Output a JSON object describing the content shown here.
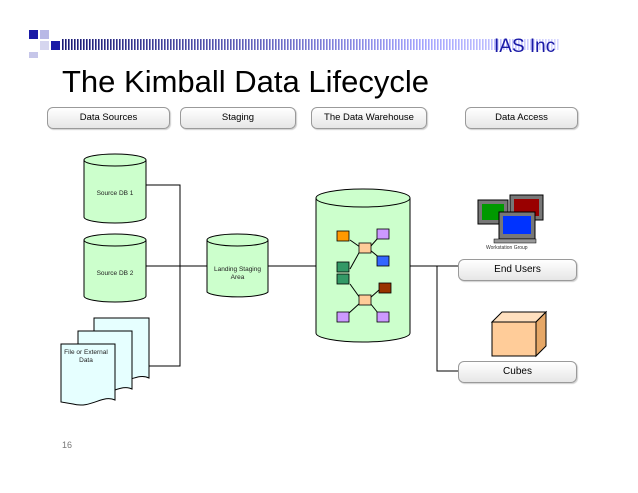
{
  "header": {
    "brand": "IAS Inc",
    "title": "The Kimball Data Lifecycle"
  },
  "stages": [
    "Data Sources",
    "Staging",
    "The Data Warehouse",
    "Data Access"
  ],
  "sources": {
    "db1": "Source DB 1",
    "db2": "Source DB 2",
    "file": "File or External Data"
  },
  "staging": {
    "label": "Landing Staging Area"
  },
  "access": {
    "workstation_label": "Workstation Group",
    "end_users": "End Users",
    "cubes": "Cubes"
  },
  "footer": {
    "page_number": "16"
  },
  "colors": {
    "brand_blue": "#1a1aa6",
    "cylinder_fill": "#ccffcc",
    "file_fill": "#e6ffff",
    "cube_fill": "#ffcc99",
    "node_orange": "#ff9900",
    "node_purple": "#cc99ff",
    "node_green": "#339966",
    "node_blue": "#3366ff",
    "node_peach": "#ffcc99",
    "node_brown": "#993300"
  }
}
